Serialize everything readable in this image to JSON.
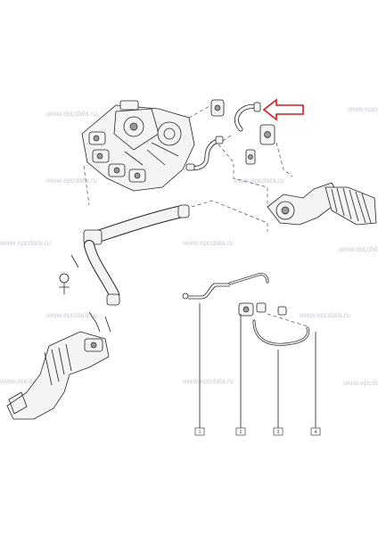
{
  "watermark": {
    "text": "www.epcdata.ru"
  },
  "callouts": {
    "labels": [
      "1",
      "2",
      "3",
      "4"
    ]
  },
  "colors": {
    "arrow": "#d01c1c",
    "watermark": "#c9ced6",
    "line": "#222222"
  }
}
